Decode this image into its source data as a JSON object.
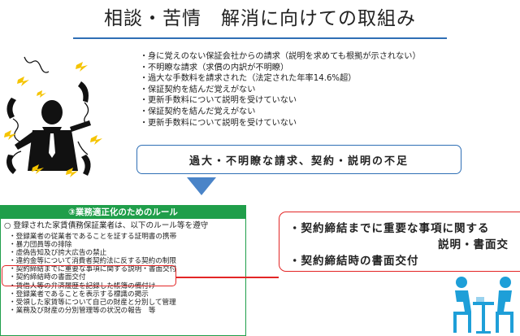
{
  "title": "相談・苦情　解消に向けての取組み",
  "complaints": [
    "身に覚えのない保証会社からの請求（説明を求めても根拠が示されない）",
    "不明瞭な請求（求償の内訳が不明瞭）",
    "過大な手数料を請求された（法定された年率14.6%超）",
    "保証契約を結んだ覚えがない",
    "更新手数料について説明を受けていない",
    "保証契約を結んだ覚えがない",
    "更新手数料について説明を受けていない"
  ],
  "bullet": "・",
  "summary": "過大・不明瞭な請求、契約・説明の不足",
  "rules": {
    "header": "③業務適正化のためのルール",
    "intro": "○ 登録された家賃債務保証業者は、以下のルール等を遵守",
    "items": [
      "・登録業者の従業者であることを証する証明書の携帯",
      "・暴力団員等の排除",
      "・虚偽告知及び誇大広告の禁止",
      "・違約金等について消費者契約法に反する契約の制限",
      "・契約締結までに重要な事項に関する説明・書面交付",
      "・契約締結時の書面交付",
      "・賃借人等の弁済履歴を記録した帳簿の備付け",
      "・登録業者であることを表示する標識の掲示",
      "・受領した家賃等について自己の財産と分別して管理",
      "・業務及び財産の分別管理等の状況の報告　等"
    ]
  },
  "highlight": {
    "line1": "・契約締結までに重要な事項に関する",
    "line2": "説明・書面交",
    "line3": "・契約締結時の書面交付"
  },
  "colors": {
    "accent": "#2f6fb5",
    "green": "#1f9e4a",
    "red": "#e32626",
    "arrow": "#4a84c8"
  },
  "icons": {
    "illustration": "frustrated-person-phones-icon",
    "meeting": "meeting-people-icon"
  }
}
